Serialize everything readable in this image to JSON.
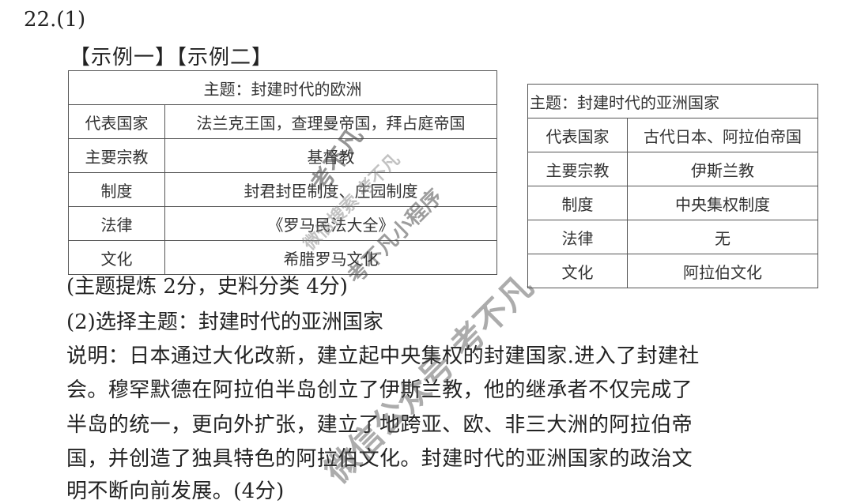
{
  "question_number": "22.(1)",
  "example_labels": "【示例一】【示例二】",
  "table1": {
    "title": "主题：封建时代的欧洲",
    "rows": [
      {
        "label": "代表国家",
        "value": "法兰克王国，查理曼帝国，拜占庭帝国"
      },
      {
        "label": "主要宗教",
        "value": "基督教"
      },
      {
        "label": "制度",
        "value": "封君封臣制度、庄园制度"
      },
      {
        "label": "法律",
        "value": "《罗马民法大全》"
      },
      {
        "label": "文化",
        "value": "希腊罗马文化"
      }
    ]
  },
  "table2": {
    "title": "主题：封建时代的亚洲国家",
    "rows": [
      {
        "label": "代表国家",
        "value": "古代日本、阿拉伯帝国"
      },
      {
        "label": "主要宗教",
        "value": "伊斯兰教"
      },
      {
        "label": "制度",
        "value": "中央集权制度"
      },
      {
        "label": "法律",
        "value": "无"
      },
      {
        "label": "文化",
        "value": "阿拉伯文化"
      }
    ]
  },
  "scoring1": "(主题提炼 2分，史料分类 4分)",
  "part2": "(2)选择主题：封建时代的亚洲国家",
  "explanation_lines": [
    "说明：日本通过大化改新，建立起中央集权的封建国家.进入了封建社",
    "会。穆罕默德在阿拉伯半岛创立了伊斯兰教，他的继承者不仅完成了",
    "半岛的统一，更向外扩张，建立了地跨亚、欧、非三大洲的阿拉伯帝",
    "国，并创造了独具特色的阿拉伯文化。封建时代的亚洲国家的政治文",
    "明不断向前发展。(4分)"
  ],
  "watermarks": [
    "考不凡",
    "微信搜索 考不凡",
    "考不凡小程序",
    "微信公众号 考不凡"
  ]
}
